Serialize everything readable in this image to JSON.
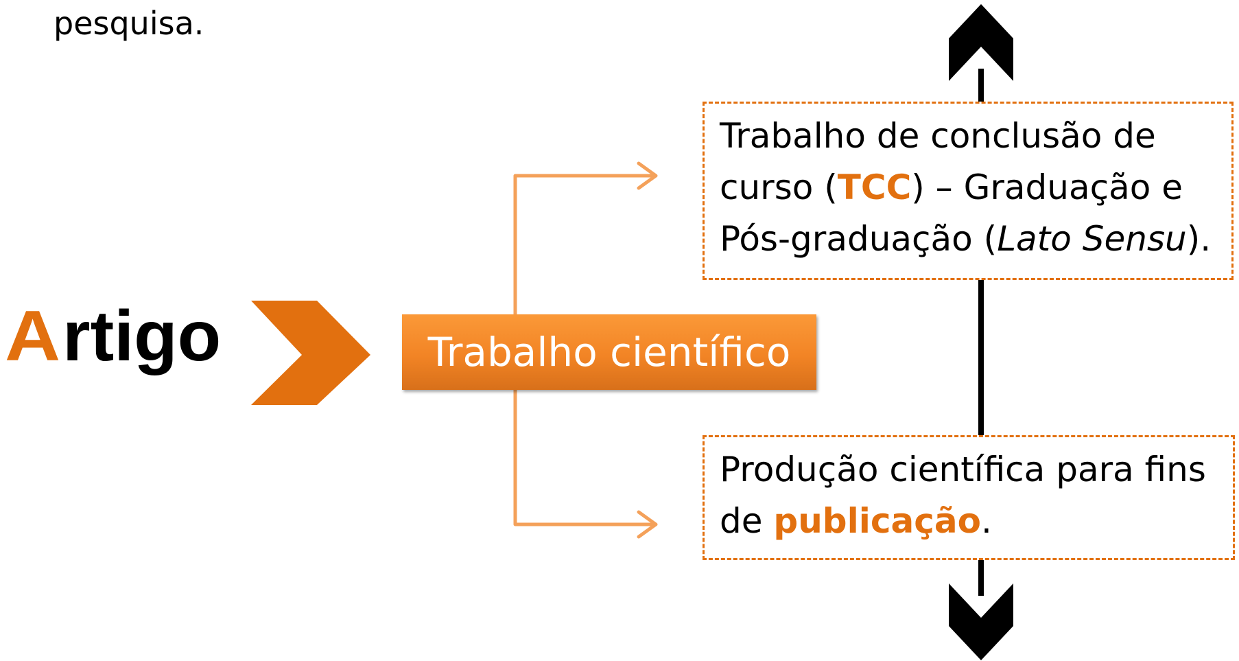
{
  "top_text": "pesquisa.",
  "artigo": {
    "first_letter": "A",
    "rest": "rtigo"
  },
  "center_box": {
    "label": "Trabalho científico"
  },
  "box_tcc": {
    "line1": "Trabalho de conclusão de",
    "line2_prefix": "curso (",
    "line2_highlight": "TCC",
    "line2_suffix": ") – Graduação e",
    "line3_prefix": "Pós-graduação (",
    "line3_italic": "Lato Sensu",
    "line3_suffix": ")."
  },
  "box_pub": {
    "line1": "Produção científica para fins",
    "line2_prefix": "de ",
    "line2_highlight": "publicação",
    "line2_suffix": "."
  },
  "colors": {
    "accent": "#e2700f",
    "box_fill_top": "#fb9938",
    "box_fill_bottom": "#d8701a",
    "connector": "#f4a15a",
    "axis": "#000000"
  }
}
